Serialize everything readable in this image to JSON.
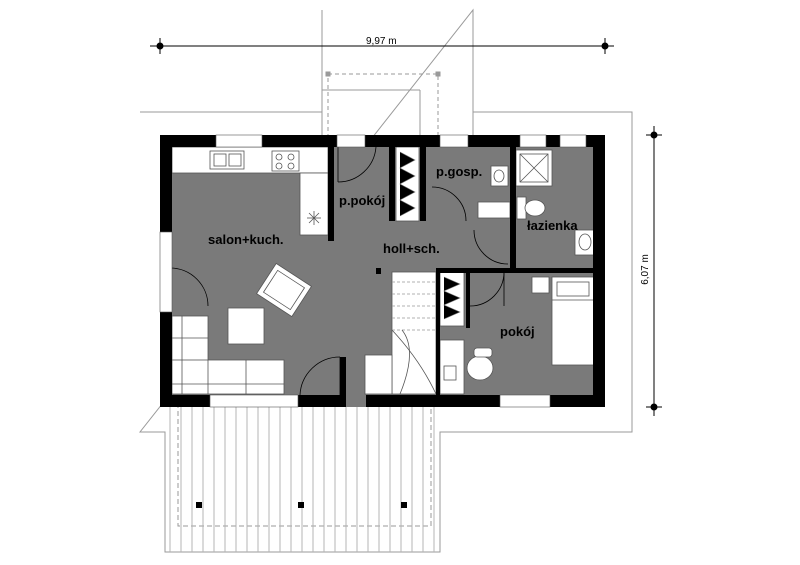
{
  "dimensions": {
    "width_label": "9,97 m",
    "depth_label": "6,07 m"
  },
  "rooms": [
    {
      "id": "salon",
      "label": "salon+kuch."
    },
    {
      "id": "ppokoj",
      "label": "p.pokój"
    },
    {
      "id": "pgosp",
      "label": "p.gosp."
    },
    {
      "id": "lazienka",
      "label": "łazienka"
    },
    {
      "id": "holl",
      "label": "holl+sch."
    },
    {
      "id": "pokoj",
      "label": "pokój"
    }
  ],
  "colors": {
    "floor": "#7a7a7a",
    "wall": "#000000",
    "fixture": "#ffffff",
    "outline": "#9a9a9a"
  }
}
